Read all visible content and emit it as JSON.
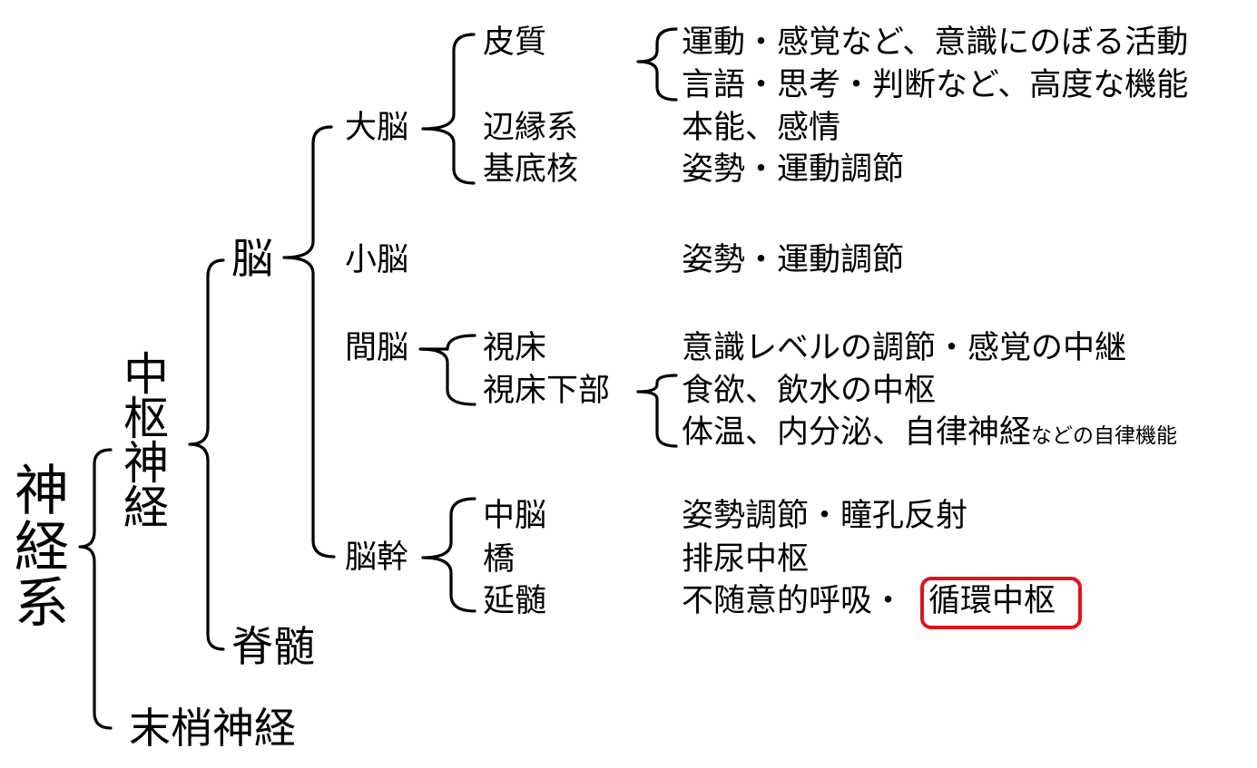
{
  "root": {
    "chars": [
      "神",
      "経",
      "系"
    ]
  },
  "cns": {
    "chars": [
      "中",
      "枢",
      "神",
      "経"
    ]
  },
  "pns": {
    "label": "末梢神経"
  },
  "brain": {
    "label": "脳"
  },
  "spinal_cord": {
    "label": "脊髄"
  },
  "regions": {
    "cerebrum": {
      "label": "大脳",
      "parts": {
        "cortex": {
          "label": "皮質",
          "functions": [
            "運動・感覚など、意識にのぼる活動",
            "言語・思考・判断など、高度な機能"
          ]
        },
        "limbic": {
          "label": "辺縁系",
          "function": "本能、感情"
        },
        "basal": {
          "label": "基底核",
          "function": "姿勢・運動調節"
        }
      }
    },
    "cerebellum": {
      "label": "小脳",
      "function": "姿勢・運動調節"
    },
    "diencephalon": {
      "label": "間脳",
      "parts": {
        "thalamus": {
          "label": "視床",
          "function": "意識レベルの調節・感覚の中継"
        },
        "hypothalamus": {
          "label": "視床下部",
          "functions": [
            "食欲、飲水の中枢"
          ],
          "function2_main": "体温、内分泌、自律神経",
          "function2_small": "などの自律機能"
        }
      }
    },
    "brainstem": {
      "label": "脳幹",
      "parts": {
        "midbrain": {
          "label": "中脳",
          "function": "姿勢調節・瞳孔反射"
        },
        "pons": {
          "label": "橋",
          "function": "排尿中枢"
        },
        "medulla": {
          "label": "延髄",
          "function_prefix": "不随意的呼吸・",
          "function_highlight": "循環中枢"
        }
      }
    }
  },
  "colors": {
    "line": "#000000",
    "highlight": "#e0141e",
    "background": "#ffffff"
  }
}
